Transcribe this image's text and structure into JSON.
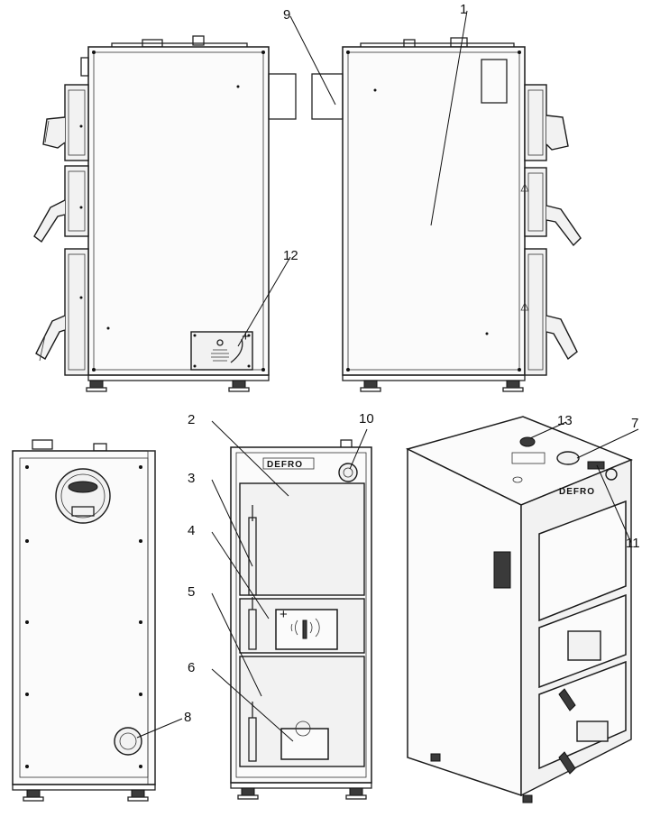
{
  "diagram": {
    "brand_text": "DEFRO",
    "callouts": [
      {
        "id": "c1",
        "label": "1"
      },
      {
        "id": "c2",
        "label": "2"
      },
      {
        "id": "c3",
        "label": "3"
      },
      {
        "id": "c4",
        "label": "4"
      },
      {
        "id": "c5",
        "label": "5"
      },
      {
        "id": "c6",
        "label": "6"
      },
      {
        "id": "c7",
        "label": "7"
      },
      {
        "id": "c8",
        "label": "8"
      },
      {
        "id": "c9",
        "label": "9"
      },
      {
        "id": "c10",
        "label": "10"
      },
      {
        "id": "c11",
        "label": "11"
      },
      {
        "id": "c12",
        "label": "12"
      },
      {
        "id": "c13",
        "label": "13"
      }
    ]
  }
}
